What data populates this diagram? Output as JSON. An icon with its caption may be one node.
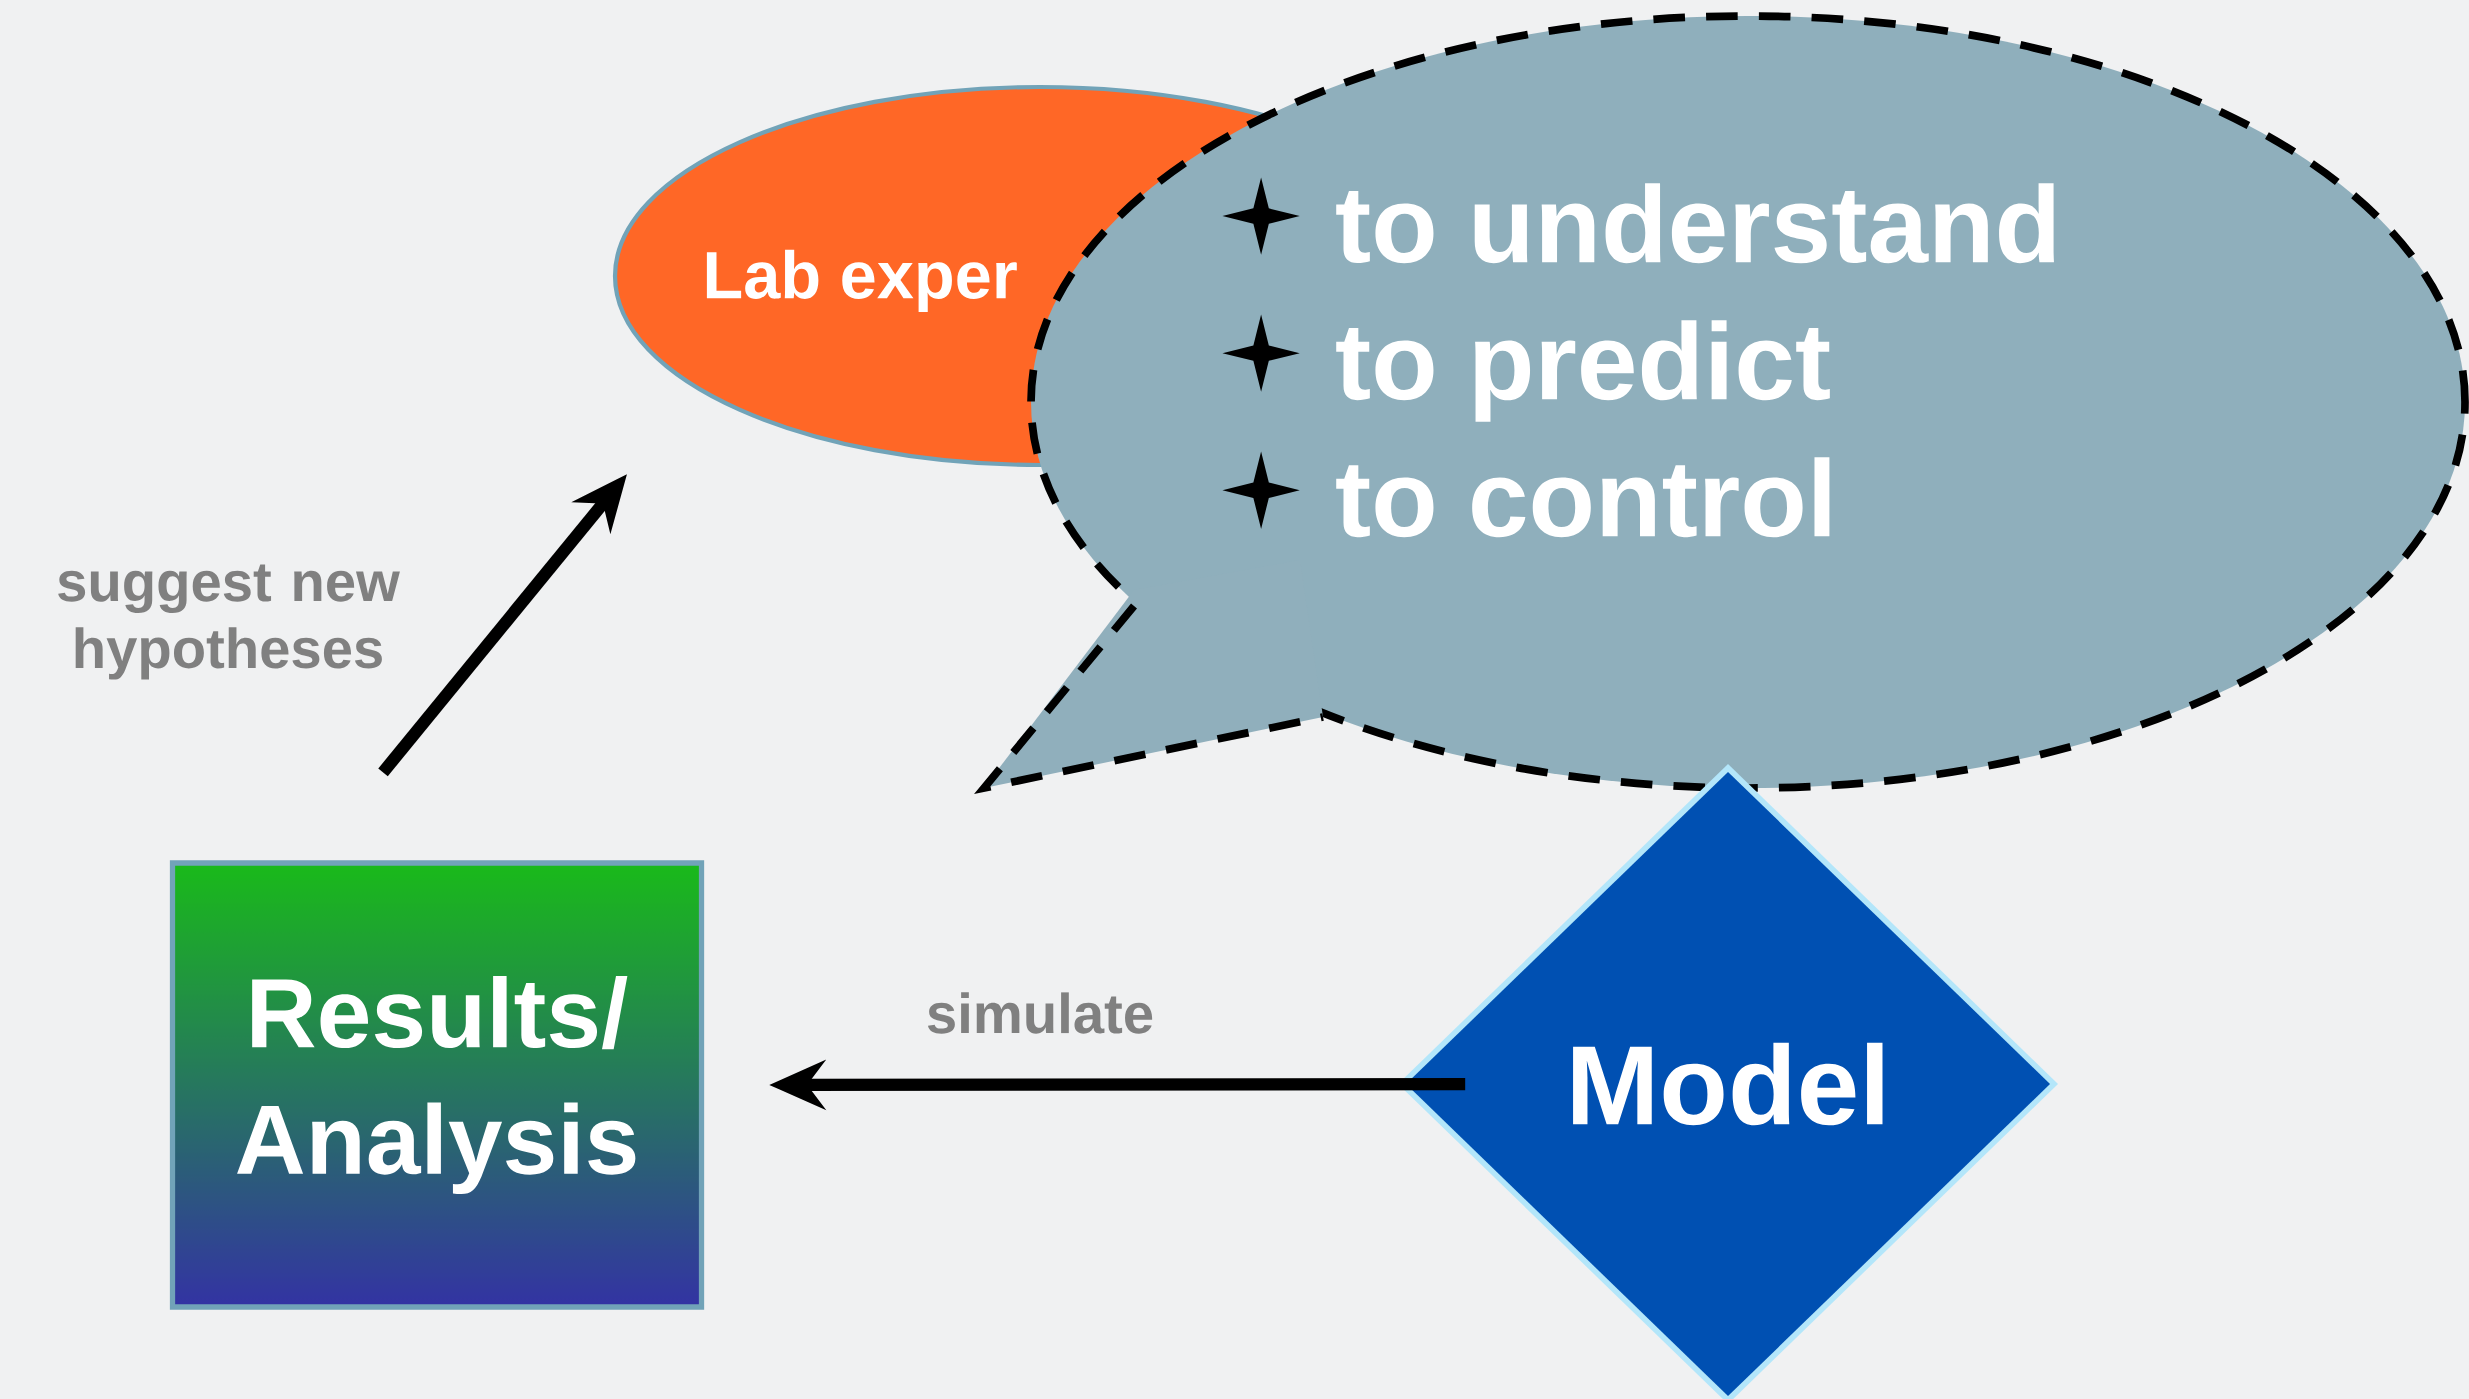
{
  "diagram": {
    "nodes": [
      {
        "text": [
          "Lab exper"
        ]
      },
      {
        "text": [
          "to understand",
          "to predict",
          "to control"
        ]
      },
      {
        "text": [
          "Results/ Analysis"
        ]
      },
      {
        "text": [
          "Model"
        ]
      }
    ],
    "edges": [
      {
        "from": 3,
        "to": 2,
        "arrow": "to",
        "label": "simulate"
      },
      {
        "from": 2,
        "to": 0,
        "arrow": "to",
        "label": "suggest new hypotheses"
      }
    ]
  }
}
